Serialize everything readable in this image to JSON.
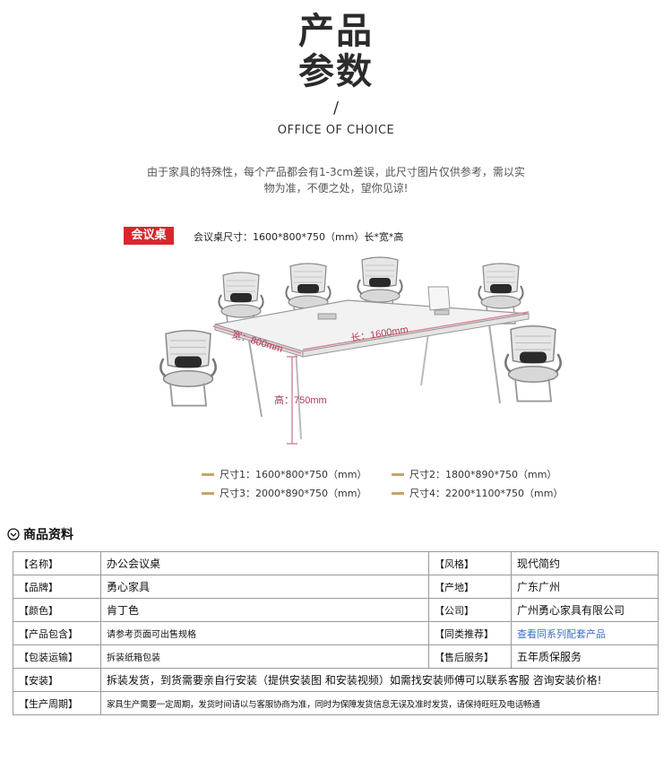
{
  "header": {
    "title_line1": "产品",
    "title_line2": "参数",
    "slash": "/",
    "subtitle": "OFFICE OF CHOICE",
    "notice": "由于家具的特殊性，每个产品都会有1-3cm差误，此尺寸图片仅供参考，需以实物为准，不便之处，望你见谅!"
  },
  "product": {
    "tag": "会议桌",
    "size_text": "会议桌尺寸：1600*800*750（mm）长*宽*高",
    "dim_width": "宽：800mm",
    "dim_length": "长：1600mm",
    "dim_height": "高：750mm",
    "sizes": [
      "尺寸1：1600*800*750（mm）",
      "尺寸2：1800*890*750（mm）",
      "尺寸3：2000*890*750（mm）",
      "尺寸4：2200*1100*750（mm）"
    ]
  },
  "section": {
    "title": "商品资料"
  },
  "spec": {
    "rows": [
      [
        "【名称】",
        "办公会议桌",
        "【风格】",
        "现代简约"
      ],
      [
        "【品牌】",
        "勇心家具",
        "【产地】",
        "广东广州"
      ],
      [
        "【颜色】",
        "肯丁色",
        "【公司】",
        "广州勇心家具有限公司"
      ],
      [
        "【产品包含】",
        "请参考页面可出售规格",
        "【同类推荐】",
        "查看同系列配套产品"
      ],
      [
        "【包装运输】",
        "拆装纸箱包装",
        "【售后服务】",
        "五年质保服务"
      ]
    ],
    "install_key": "【安装】",
    "install_value": "拆装发货，到货需要亲自行安装（提供安装图 和安装视频）如需找安装师傅可以联系客服 咨询安装价格!",
    "cycle_key": "【生产周期】",
    "cycle_value": "家具生产需要一定周期，发货时间请以与客服协商为准，同时为保障发货信息无误及准时发货，请保持旺旺及电话畅通"
  },
  "colors": {
    "tag_red": "#d9262c",
    "dimension_pink": "#d9879a",
    "legend_gold": "#c8a56a",
    "link_blue": "#3a6fc4"
  }
}
